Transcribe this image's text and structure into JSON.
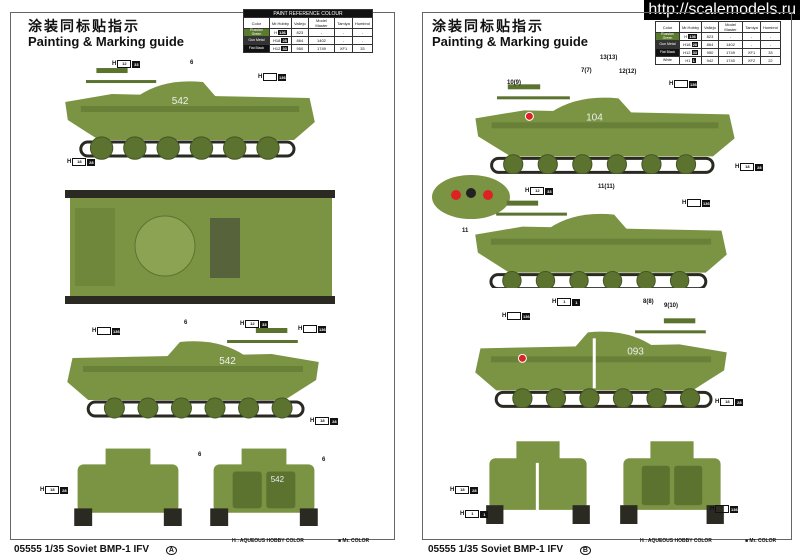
{
  "watermark": "http://scalemodels.ru",
  "title_zh": "涂装同标贴指示",
  "title_en": "Painting & Marking guide",
  "paint_table": {
    "title": "PAINT REFERENCE COLOUR",
    "headers": [
      "Color",
      "Mr.Hobby",
      "Vallejo",
      "Model Master",
      "Tamiya",
      "Humbrol"
    ],
    "rows_left": [
      {
        "color": "Russian Green",
        "color_hex": "#5a7a2e",
        "h": "",
        "mr": "136",
        "vallejo": "823",
        "mm": "-",
        "tamiya": "-",
        "humbrol": "-"
      },
      {
        "color": "Gun Metal",
        "color_hex": "#333333",
        "h": "18",
        "mr": "28",
        "vallejo": "864",
        "mm": "1402",
        "tamiya": "-",
        "humbrol": "-"
      },
      {
        "color": "Flat Black",
        "color_hex": "#111111",
        "h": "12",
        "mr": "33",
        "vallejo": "950",
        "mm": "1749",
        "tamiya": "XF1",
        "humbrol": "33"
      }
    ],
    "rows_right_extra": {
      "color": "White",
      "color_hex": "#ffffff",
      "h": "1",
      "mr": "1",
      "vallejo": "942",
      "mm": "1740",
      "tamiya": "XF2",
      "humbrol": "22"
    }
  },
  "callouts": {
    "black": "H 12 33",
    "green": "H 136",
    "metal": "H 18 28",
    "white": "H 1 1"
  },
  "labels": {
    "n6": "6",
    "n11": "11",
    "r13": "13(13)",
    "r7": "7(7)",
    "r12": "12(12)",
    "r10": "10(9)",
    "r11": "11(11)",
    "r8": "8(8)",
    "r9": "9(10)"
  },
  "tank_numbers": {
    "a": "542",
    "b1": "104",
    "b2": "093"
  },
  "legend": {
    "aqueous": "H□ AQUEOUS HOBBY COLOR",
    "mr": "■ Mr. COLOR"
  },
  "footer": {
    "left": "05555 1/35 Soviet BMP-1 IFV",
    "left_mark": "A",
    "right": "05555 1/35 Soviet BMP-1 IFV",
    "right_mark": "B"
  },
  "colors": {
    "olive": "#7b9443",
    "olive_dark": "#5c7330",
    "track": "#2a2a22"
  }
}
